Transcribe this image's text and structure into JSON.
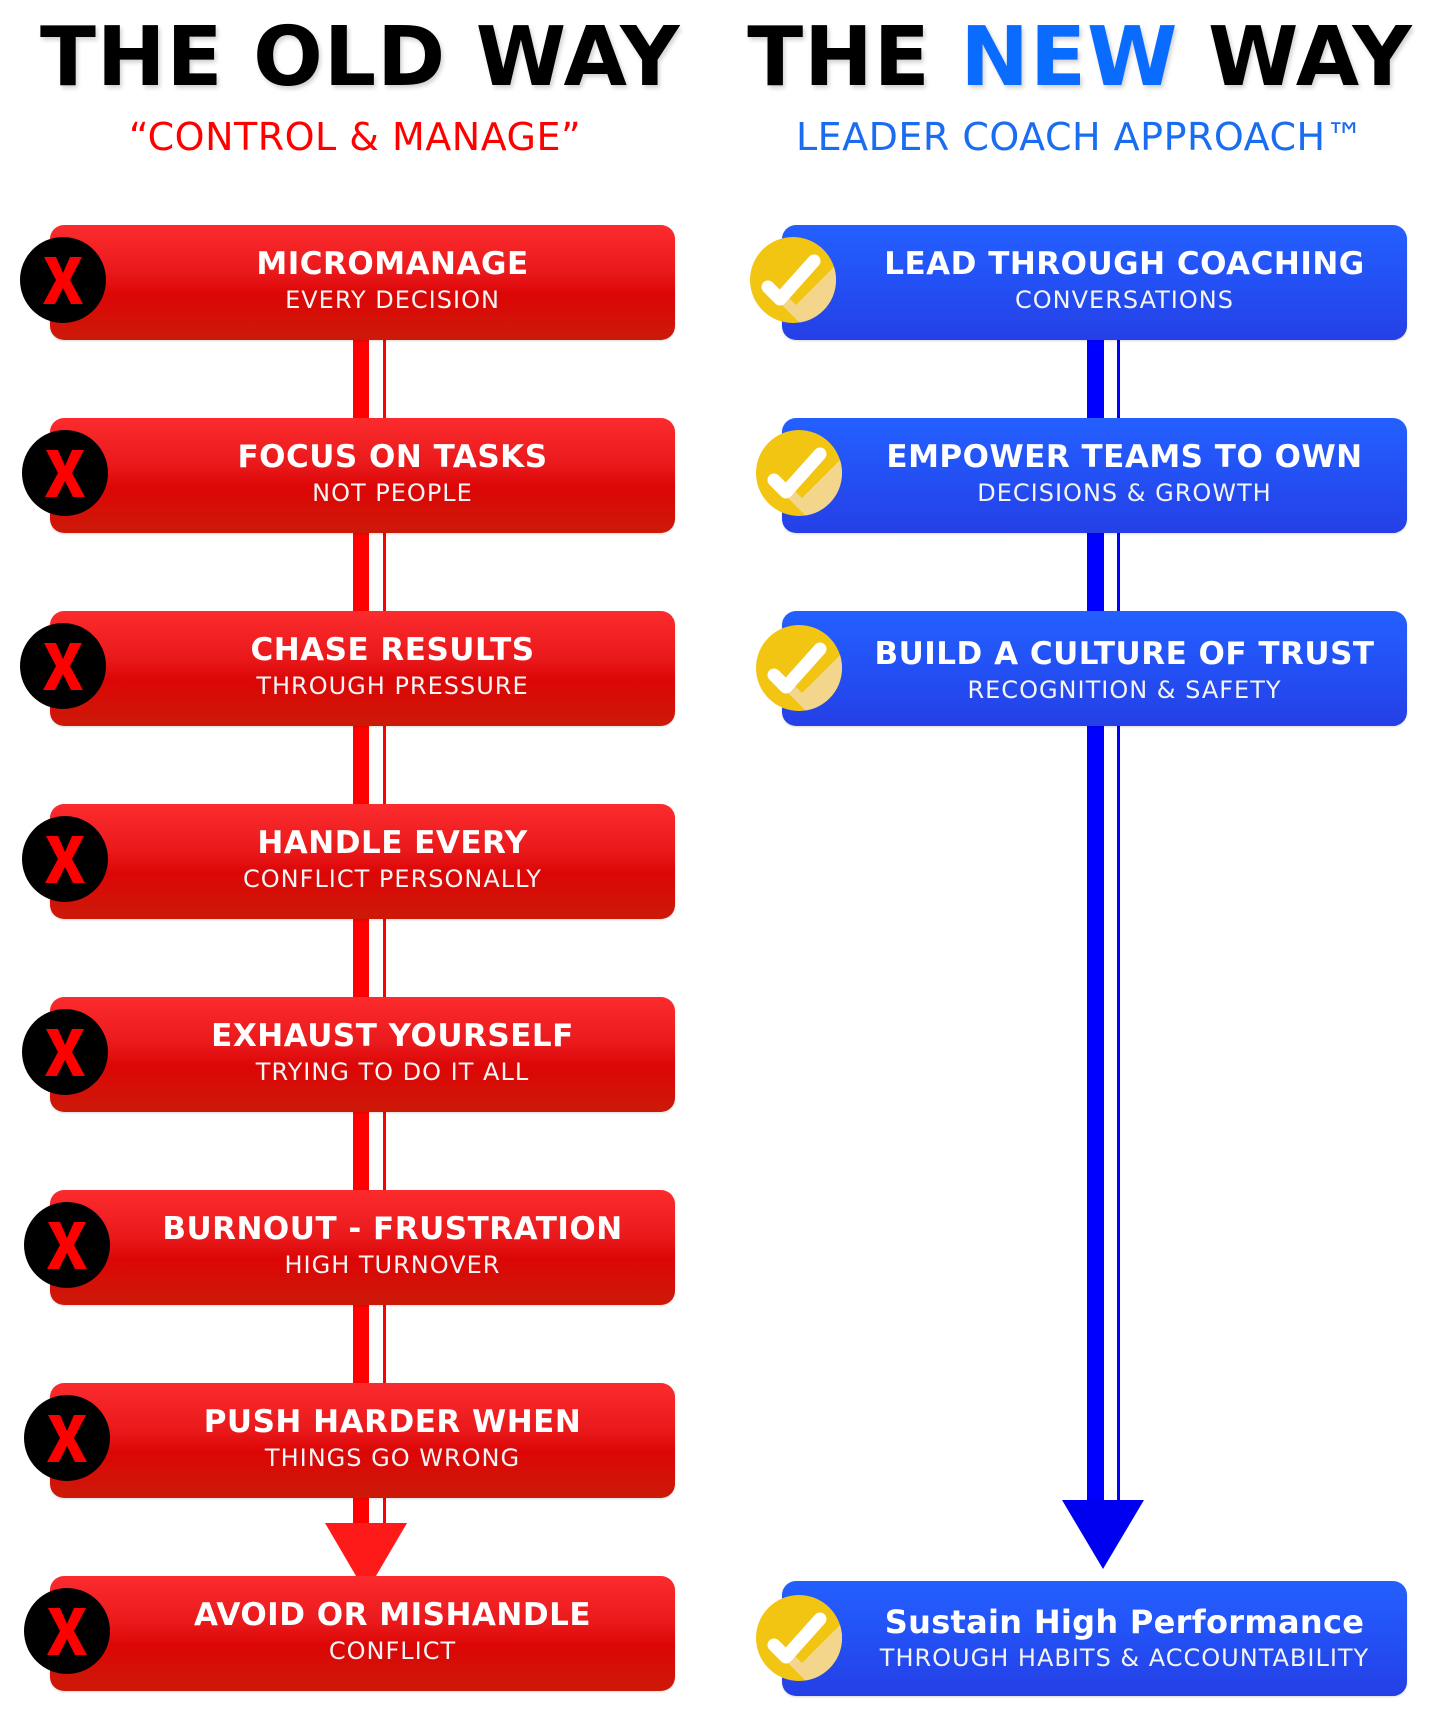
{
  "header": {
    "old": {
      "title": "THE OLD WAY",
      "subtitle": "“CONTROL & MANAGE”"
    },
    "new": {
      "title_pre": "THE ",
      "title_highlight": "NEW",
      "title_post": " WAY",
      "subtitle": "LEADER COACH APPROACH™"
    }
  },
  "colors": {
    "old_accent": "#ff0000",
    "new_accent": "#0a6cff",
    "old_card": "#e01010",
    "new_card": "#2350f4",
    "check_badge": "#f2c512",
    "x_badge": "#000000"
  },
  "old_way": {
    "icon": "x-mark-icon",
    "steps": [
      {
        "main": "MICROMANAGE",
        "sub": "EVERY DECISION"
      },
      {
        "main": "FOCUS ON TASKS",
        "sub": "NOT PEOPLE"
      },
      {
        "main": "CHASE RESULTS",
        "sub": "THROUGH PRESSURE"
      },
      {
        "main": "HANDLE EVERY",
        "sub": "CONFLICT PERSONALLY"
      },
      {
        "main": "EXHAUST YOURSELF",
        "sub": "TRYING TO DO IT ALL"
      },
      {
        "main": "BURNOUT - FRUSTRATION",
        "sub": "HIGH TURNOVER"
      },
      {
        "main": "PUSH HARDER WHEN",
        "sub": "THINGS GO WRONG"
      },
      {
        "main": "AVOID OR MISHANDLE",
        "sub": "CONFLICT"
      }
    ]
  },
  "new_way": {
    "icon": "checkmark-icon",
    "steps": [
      {
        "main": "LEAD THROUGH COACHING",
        "sub": "CONVERSATIONS"
      },
      {
        "main": "EMPOWER TEAMS TO OWN",
        "sub": "DECISIONS & GROWTH"
      },
      {
        "main": "BUILD A CULTURE OF TRUST",
        "sub": "RECOGNITION & SAFETY"
      },
      {
        "main": "Sustain High Performance",
        "sub": "THROUGH HABITS & ACCOUNTABILITY"
      }
    ]
  }
}
